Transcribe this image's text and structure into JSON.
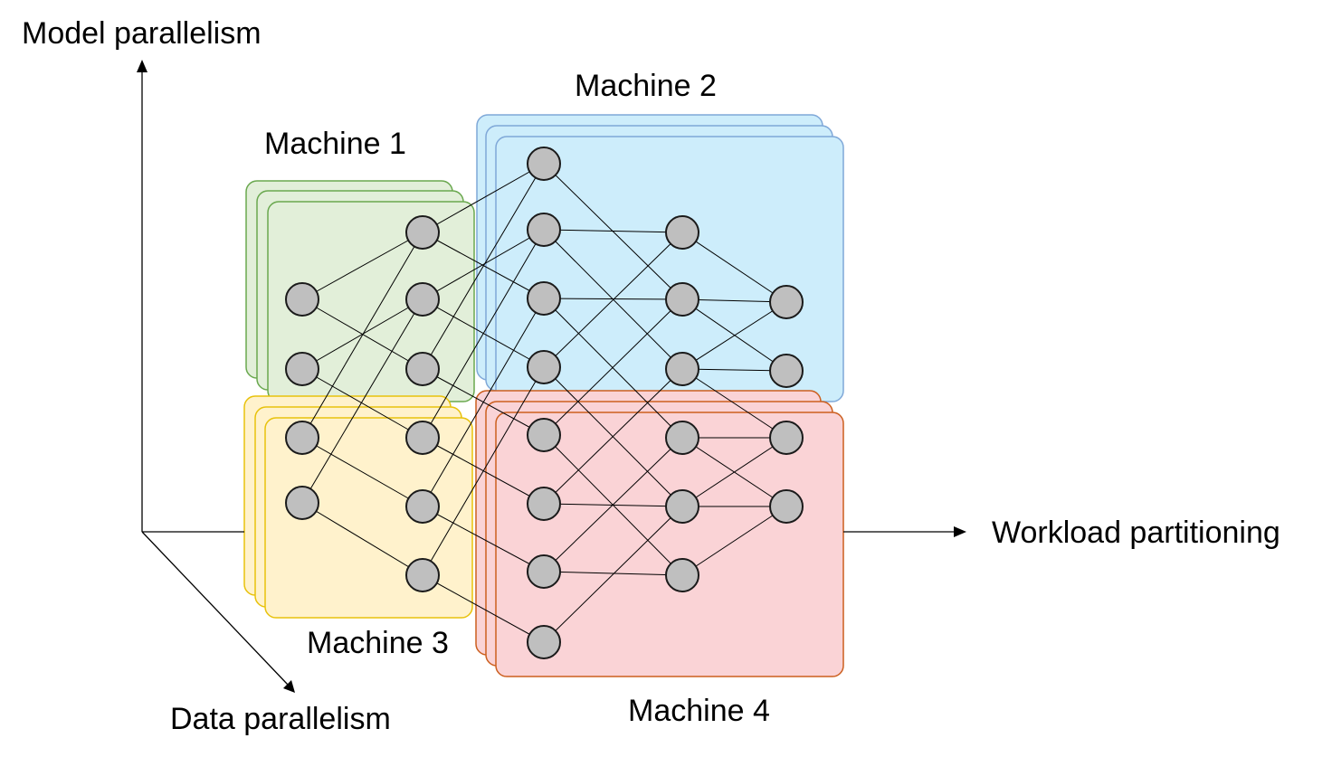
{
  "axes": {
    "model": "Model parallelism",
    "data": "Data parallelism",
    "workload": "Workload partitioning"
  },
  "machines": {
    "m1": "Machine 1",
    "m2": "Machine 2",
    "m3": "Machine 3",
    "m4": "Machine 4"
  },
  "network": {
    "layers": [
      {
        "id": "A",
        "node_count": 4
      },
      {
        "id": "B",
        "node_count": 6
      },
      {
        "id": "C",
        "node_count": 8
      },
      {
        "id": "D",
        "node_count": 6
      },
      {
        "id": "E",
        "node_count": 4
      }
    ],
    "connectivity": [
      {
        "from": "A",
        "to": "B",
        "pattern": "adjacent"
      },
      {
        "from": "B",
        "to": "C",
        "pattern": "adjacent"
      },
      {
        "from": "C",
        "to": "D",
        "pattern": "adjacent"
      },
      {
        "from": "D",
        "to": "E",
        "pattern": "adjacent"
      }
    ]
  },
  "colors": {
    "machine1_fill": "#e2efd9",
    "machine1_stroke": "#6aa84f",
    "machine2_fill": "#cdedfb",
    "machine2_stroke": "#7fa8d8",
    "machine3_fill": "#fff2cc",
    "machine3_stroke": "#e8c20c",
    "machine4_fill": "#fad3d6",
    "machine4_stroke": "#cc5f1f",
    "node_fill": "#bfbfbf"
  }
}
